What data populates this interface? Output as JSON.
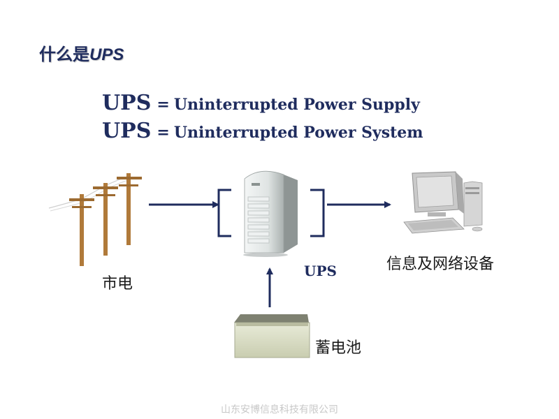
{
  "title": {
    "prefix": "什么是",
    "emphasis": "UPS"
  },
  "definitions": [
    {
      "abbr": "UPS",
      "eq": "=",
      "full": "Uninterrupted Power Supply"
    },
    {
      "abbr": "UPS",
      "eq": "=",
      "full": "Uninterrupted Power System"
    }
  ],
  "diagram": {
    "mains_label": "市电",
    "ups_label": "UPS",
    "equipment_label": "信息及网络设备",
    "battery_label": "蓄电池"
  },
  "footer": {
    "watermark": "山东安博信息科技有限公司"
  },
  "colors": {
    "title": "#1f2c5e",
    "arrow": "#1f2c5e",
    "pole": "#b07a3a",
    "watermark": "#c8c8c8"
  }
}
